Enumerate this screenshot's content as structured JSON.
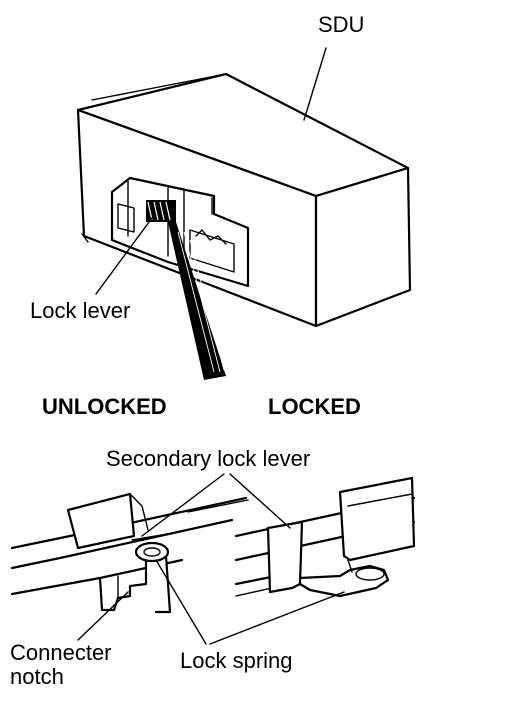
{
  "labels": {
    "sdu": "SDU",
    "lock_lever": "Lock lever",
    "unlocked": "UNLOCKED",
    "locked": "LOCKED",
    "secondary_lock_lever": "Secondary lock lever",
    "connecter": "Connecter",
    "notch": "notch",
    "lock_spring": "Lock spring"
  },
  "colors": {
    "ink": "#000000",
    "background": "#ffffff"
  }
}
